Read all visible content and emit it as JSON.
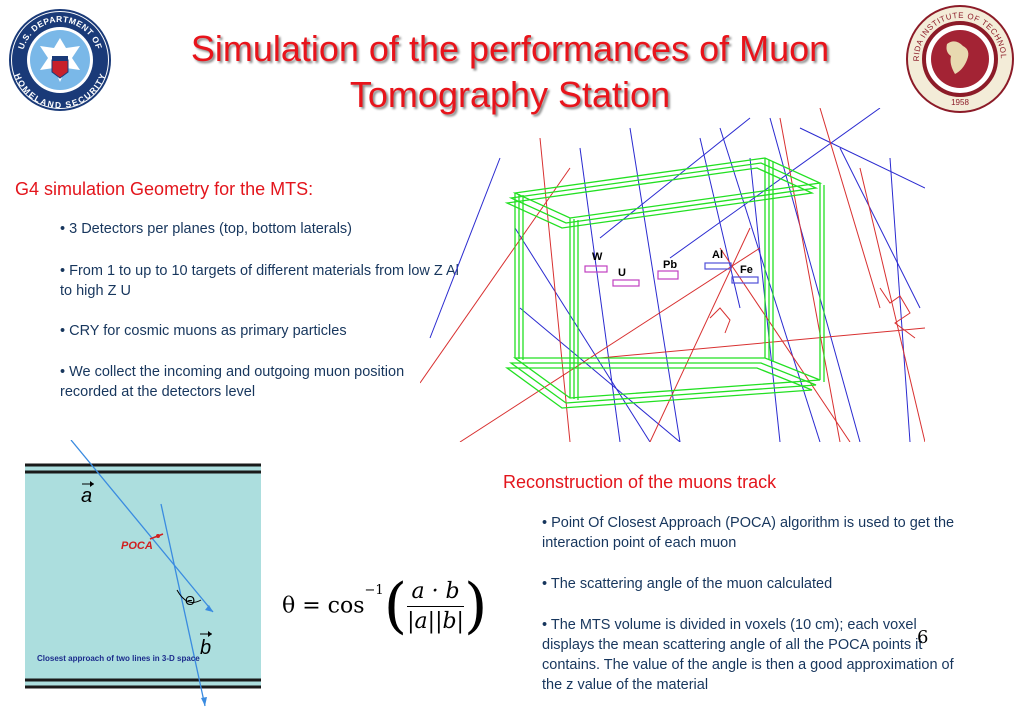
{
  "slide": {
    "title": "Simulation of the performances of Muon Tomography Station",
    "page_number": "6"
  },
  "logos": {
    "left": {
      "text_top": "U.S. DEPARTMENT OF",
      "text_bottom": "HOMELAND SECURITY"
    },
    "right": {
      "text_top": "FLORIDA INSTITUTE OF TECHNOLOGY",
      "year": "1958"
    }
  },
  "geometry_section": {
    "heading": "G4 simulation Geometry for the MTS:",
    "bullets": [
      "• 3 Detectors per planes (top, bottom laterals)",
      "• From 1 to up to 10 targets of different materials from low Z Al to high Z U",
      "• CRY for cosmic muons as primary particles",
      "•  We collect the incoming and outgoing muon position recorded at the detectors level"
    ]
  },
  "simulation_image": {
    "labels": [
      "W",
      "U",
      "Pb",
      "Al",
      "Fe"
    ]
  },
  "poca_diagram": {
    "vector_a": "a",
    "vector_b": "b",
    "poca_label": "POCA",
    "angle_label": "Θ",
    "caption": "Closest approach of two lines in 3-D space"
  },
  "formula": {
    "lhs": "θ = cos",
    "exponent": "−1",
    "numerator": "a · b",
    "denominator": "|a||b|"
  },
  "reconstruction_section": {
    "heading": "Reconstruction of the muons track",
    "bullets": [
      "• Point Of Closest Approach (POCA) algorithm is used to get the interaction point of each muon",
      "• The scattering angle of the muon calculated",
      "• The MTS volume is divided in voxels (10 cm); each voxel displays the mean scattering angle of all the POCA points it contains. The value of the angle is then a good approximation of the z value of the material"
    ]
  },
  "colors": {
    "title": "#e8141b",
    "heading": "#e3151c",
    "bullet_text": "#17365d",
    "detector_green": "#22e022",
    "target_violet": "#c040c0",
    "poca_panel": "#acdede"
  }
}
